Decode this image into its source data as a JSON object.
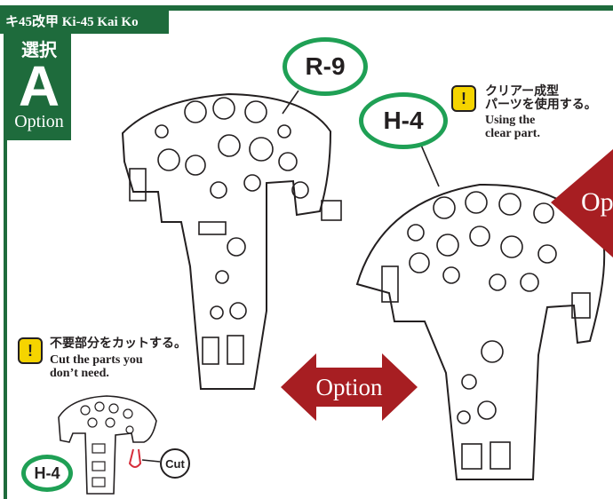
{
  "header": {
    "title": "キ45改甲 Ki-45 Kai Ko"
  },
  "option_block": {
    "japanese": "選択",
    "letter": "A",
    "label": "Option"
  },
  "callouts": {
    "r9": "R-9",
    "h4_right": "H-4",
    "h4_small": "H-4"
  },
  "note_clear": {
    "jp": "クリアー成型\nパーツを使用する。",
    "en": "Using the\nclear part."
  },
  "note_cut": {
    "jp": "不要部分をカットする。",
    "en": "Cut the parts you\ndon’t need."
  },
  "cut_label": "Cut",
  "option_arrow": {
    "label": "Option"
  },
  "partial_arrow": {
    "label": "Op"
  },
  "warn_symbol": "!",
  "colors": {
    "green": "#1e6b3c",
    "oval_green": "#1fa055",
    "arrow_red": "#a71e22",
    "warn_yellow": "#f5d400"
  }
}
